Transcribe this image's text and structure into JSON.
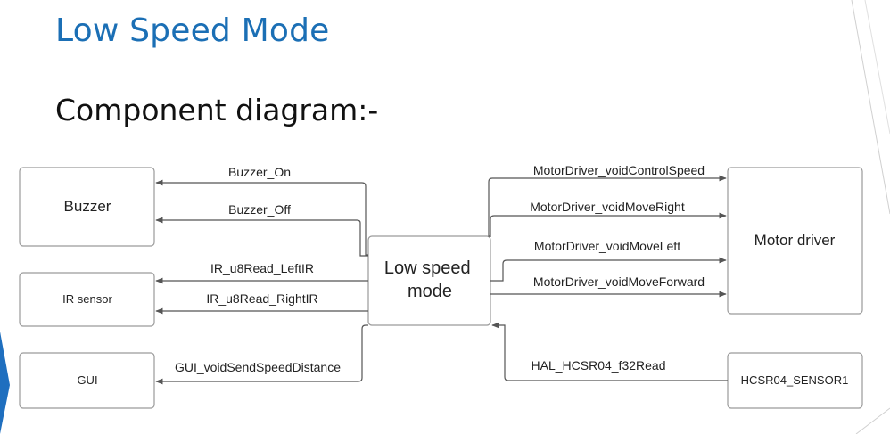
{
  "slide": {
    "title": "Low Speed Mode",
    "subtitle": "Component diagram:-"
  },
  "colors": {
    "title": "#1b6fb5",
    "accent_stripe": "#1f6fbf",
    "box_border": "#9a9a9a",
    "connector": "#555555"
  },
  "diagram": {
    "components": {
      "buzzer": "Buzzer",
      "ir_sensor": "IR sensor",
      "gui": "GUI",
      "center": [
        "Low speed",
        "mode"
      ],
      "motor_driver": "Motor driver",
      "hcsr04": "HCSR04_SENSOR1"
    },
    "connections": {
      "buzzer_on": "Buzzer_On",
      "buzzer_off": "Buzzer_Off",
      "ir_left": "IR_u8Read_LeftIR",
      "ir_right": "IR_u8Read_RightIR",
      "gui_send": "GUI_voidSendSpeedDistance",
      "motor_speed": "MotorDriver_voidControlSpeed",
      "motor_right": "MotorDriver_voidMoveRight",
      "motor_left": "MotorDriver_voidMoveLeft",
      "motor_forward": "MotorDriver_voidMoveForward",
      "hcsr04_read": "HAL_HCSR04_f32Read"
    }
  }
}
